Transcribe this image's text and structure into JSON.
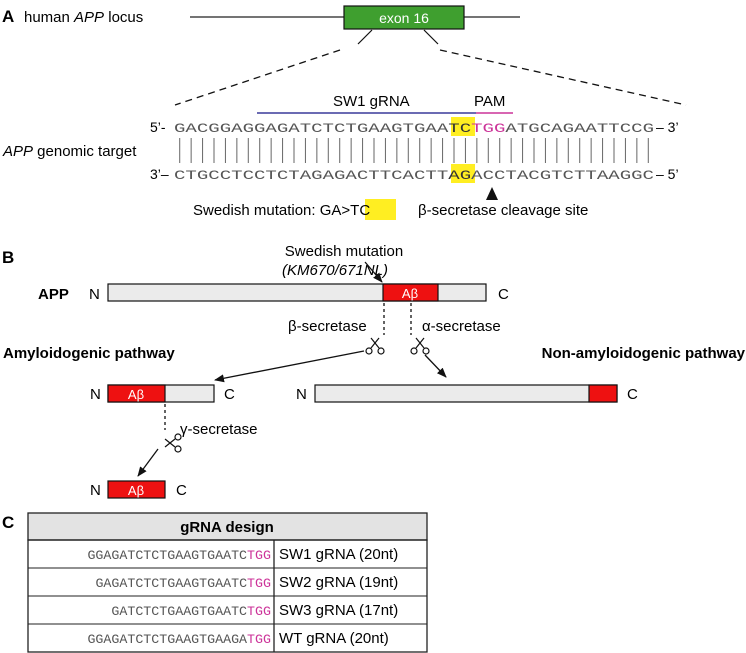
{
  "panel_a": {
    "letter": "A",
    "locus_label_prefix": "human ",
    "locus_label_gene": "APP",
    "locus_label_suffix": " locus",
    "exon_label": "exon 16",
    "grna_label": "SW1 gRNA",
    "pam_label": "PAM",
    "target_label_gene": "APP",
    "target_label_suffix": " genomic target",
    "top_5prime": "5’-",
    "top_seq_1": "GACGGAGGAGATCTCTGAAGTGAA",
    "top_seq_mut": "TC",
    "top_seq_pam": "TGG",
    "top_seq_3": "ATGCAGAATTCCG",
    "top_3prime": "– 3’",
    "bot_3prime": "3’–",
    "bot_seq_1": "CTGCCTCCTCTAGAGACTTCACTT",
    "bot_seq_mut": "AG",
    "bot_seq_3": "ACCTACGTCTTAAGGC",
    "bot_5prime": "– 5’",
    "swedish_prefix": "Swedish mutation: GA>",
    "swedish_mut": "TC",
    "cleavage_label": "β-secretase cleavage site",
    "colors": {
      "exon": "#3f9f2f",
      "highlight": "#ffee22",
      "pam": "#cc3399",
      "grna_line": "#3a3a9a"
    }
  },
  "panel_b": {
    "letter": "B",
    "swedish_title": "Swedish mutation",
    "swedish_sub": "(KM670/671NL)",
    "app_label": "APP",
    "n": "N",
    "c": "C",
    "abeta": "Aβ",
    "beta_secretase": "β-secretase",
    "alpha_secretase": "α-secretase",
    "gamma_secretase": "γ-secretase",
    "amyloidogenic": "Amyloidogenic pathway",
    "non_amyloidogenic": "Non-amyloidogenic pathway",
    "colors": {
      "abeta": "#ee1111",
      "protein": "#ebebeb"
    }
  },
  "panel_c": {
    "letter": "C",
    "table_header": "gRNA design",
    "rows": [
      {
        "seq": "GGAGATCTCTGAAGTGAATC",
        "pam": "TGG",
        "name": "SW1 gRNA (20nt)"
      },
      {
        "seq": "GAGATCTCTGAAGTGAATC",
        "pam": "TGG",
        "name": "SW2 gRNA (19nt)"
      },
      {
        "seq": "GATCTCTGAAGTGAATC",
        "pam": "TGG",
        "name": "SW3 gRNA (17nt)"
      },
      {
        "seq": "GGAGATCTCTGAAGTGAAGA",
        "pam": "TGG",
        "name": "WT gRNA (20nt)"
      }
    ],
    "colors": {
      "header_bg": "#e3e3e3"
    }
  }
}
